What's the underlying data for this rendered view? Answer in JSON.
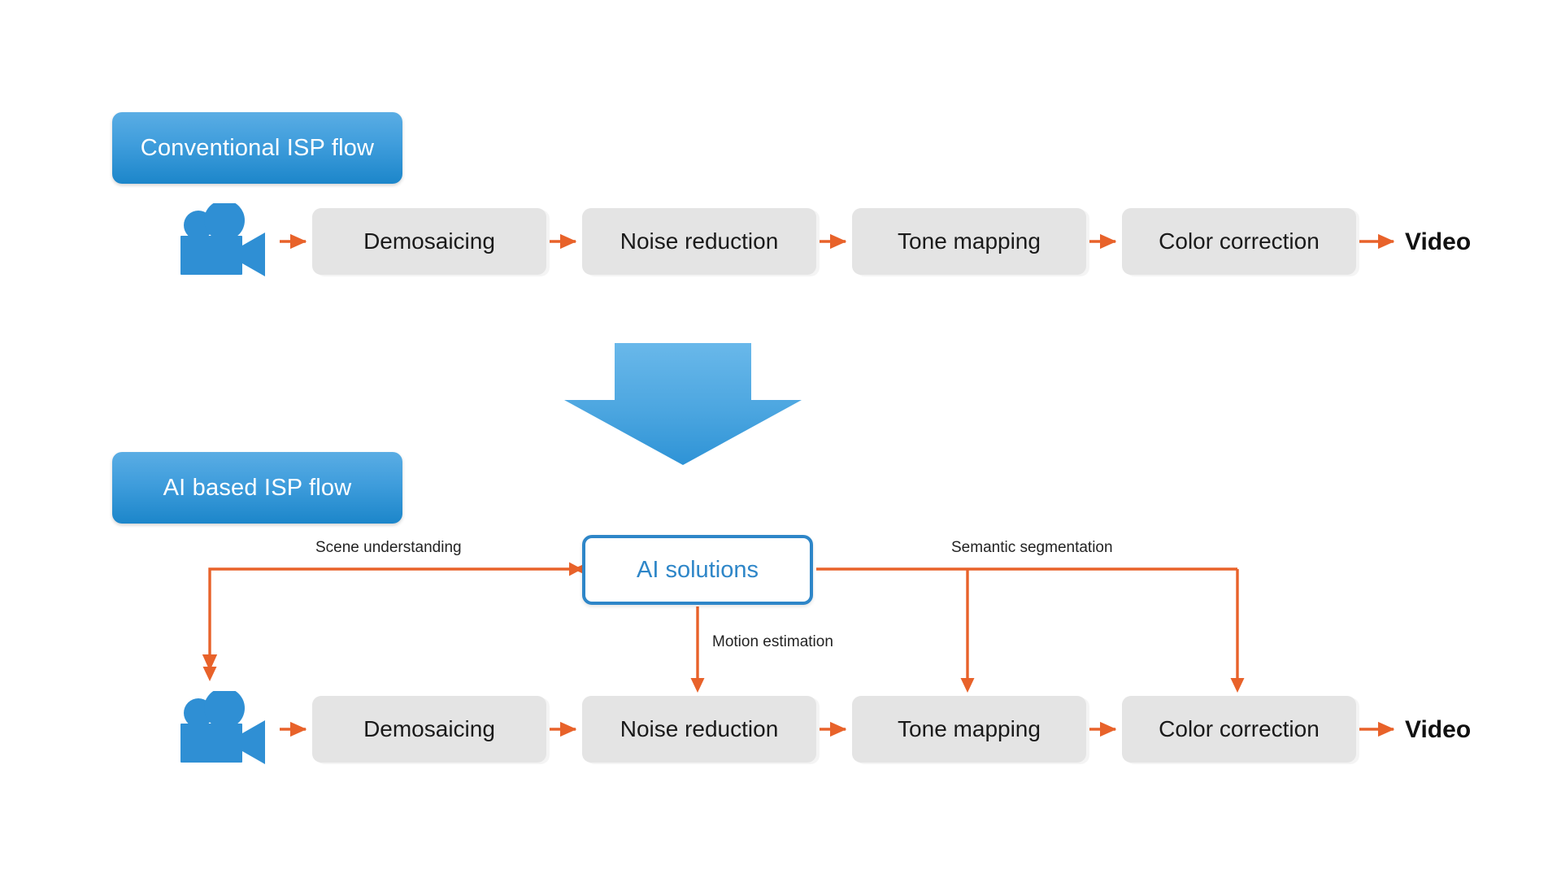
{
  "page": {
    "background": "#ffffff",
    "accent_orange": "#E8622A",
    "accent_blue": "#2E86C8",
    "box_gray": "#E4E4E4"
  },
  "flows": [
    {
      "id": "conventional",
      "title": "Conventional ISP flow",
      "source_icon": "video-camera-icon",
      "stages": [
        "Demosaicing",
        "Noise reduction",
        "Tone mapping",
        "Color correction"
      ],
      "output_label": "Video"
    },
    {
      "id": "ai-based",
      "title": "AI based ISP flow",
      "source_icon": "video-camera-icon",
      "stages": [
        "Demosaicing",
        "Noise reduction",
        "Tone mapping",
        "Color correction"
      ],
      "output_label": "Video",
      "ai_block": {
        "label": "AI solutions",
        "edges": [
          {
            "label": "Scene understanding",
            "target": "video-camera-icon"
          },
          {
            "label": "Motion estimation",
            "target": "Noise reduction"
          },
          {
            "label": "Semantic segmentation",
            "target": "Tone mapping"
          },
          {
            "label": "Semantic segmentation",
            "target": "Color correction"
          }
        ]
      }
    }
  ],
  "transition": {
    "icon": "down-arrow-icon",
    "color_top": "#63B5E8",
    "color_bottom": "#2F95D8"
  }
}
